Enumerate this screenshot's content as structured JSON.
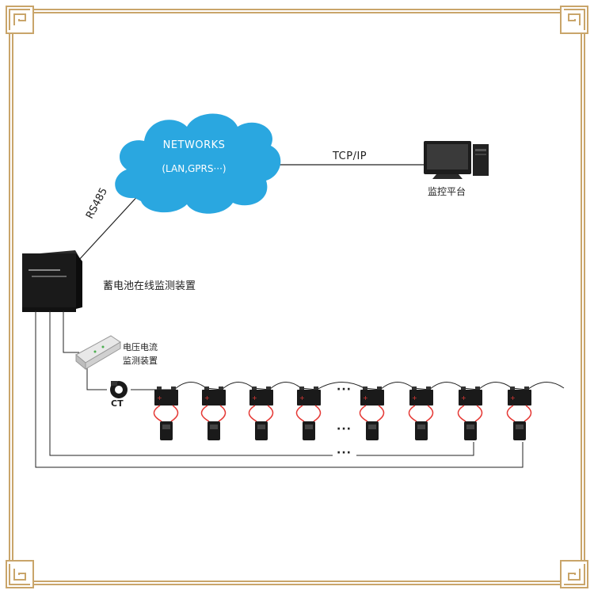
{
  "cloud": {
    "title": "NETWORKS",
    "subtitle": "(LAN,GPRS···)"
  },
  "links": {
    "tcpip": "TCP/IP",
    "rs485": "RS485"
  },
  "monitor": {
    "label": "监控平台"
  },
  "device": {
    "label": "蓄电池在线监测装置"
  },
  "vc_device": {
    "line1": "电压电流",
    "line2": "监测装置"
  },
  "ct": {
    "label": "CT"
  },
  "ellipsis": "···",
  "battery_string": {
    "count": 8,
    "icon": "battery-icon",
    "sensor_icon": "battery-sensor-icon"
  },
  "colors": {
    "cloud": "#2aa7e0",
    "frame": "#c9a56a",
    "wire_red": "#e53935",
    "wire": "#222222",
    "battery": "#1a1a1a"
  }
}
